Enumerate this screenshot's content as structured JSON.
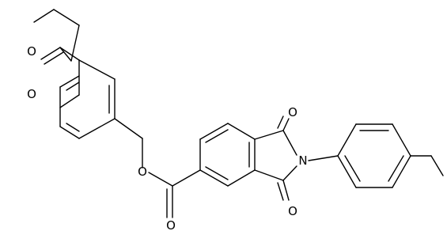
{
  "atoms": [
    {
      "id": "O_ester_top",
      "label": "O"
    },
    {
      "id": "O_carbonyl_top",
      "label": "O"
    },
    {
      "id": "O_ester_mid",
      "label": "O"
    },
    {
      "id": "O_carbonyl_bottom",
      "label": "O"
    },
    {
      "id": "O_imide_top",
      "label": "O"
    },
    {
      "id": "N_imide",
      "label": "N"
    },
    {
      "id": "O_imide_bottom",
      "label": "O"
    }
  ],
  "colors": {
    "bond": "#000000",
    "background": "#ffffff"
  }
}
